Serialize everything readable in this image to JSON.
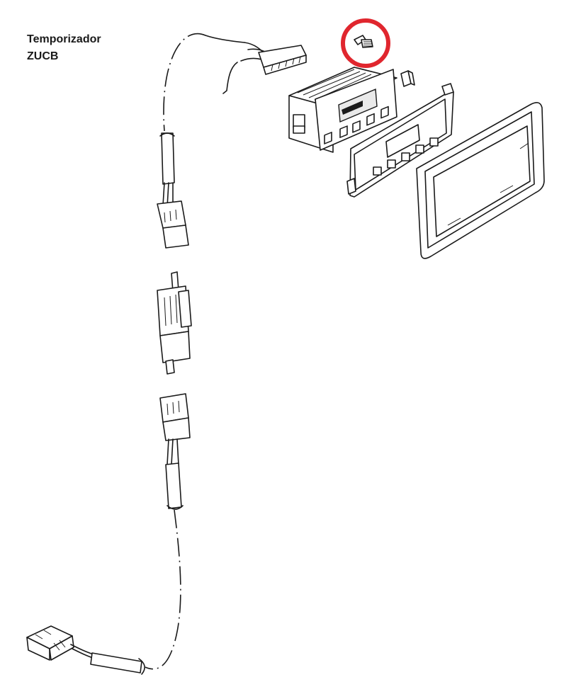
{
  "title": {
    "line1": "Temporizador",
    "line2": "ZUCB"
  },
  "highlight": {
    "color": "#e0262e",
    "target": "screw-icon"
  },
  "parts": [
    "timer-module",
    "front-bezel",
    "cover-frame",
    "clip",
    "screw",
    "wiring-harness",
    "connectors"
  ]
}
